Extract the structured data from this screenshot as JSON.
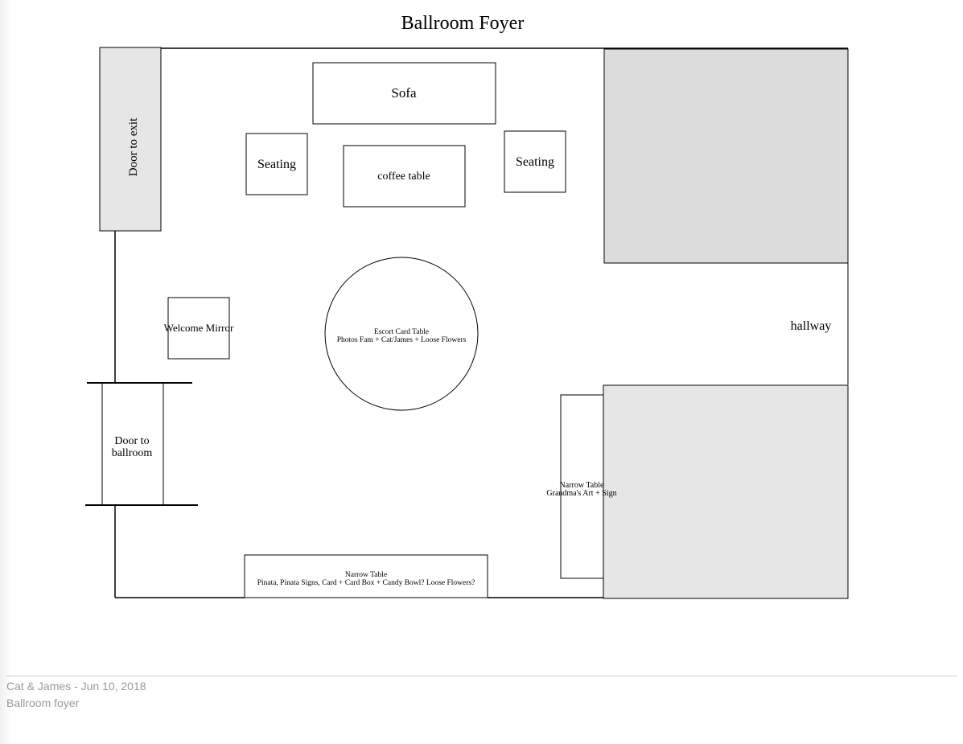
{
  "diagram": {
    "title": "Ballroom Foyer",
    "labels": {
      "sofa": "Sofa",
      "seating_left": "Seating",
      "seating_right": "Seating",
      "coffee_table": "coffee table",
      "door_exit": "Door to exit",
      "welcome_mirror": "Welcome Mirror",
      "escort_table_line1": "Escort Card Table",
      "escort_table_line2": "Photos Fam + Cat/James + Loose Flowers",
      "hallway": "hallway",
      "door_ballroom_line1": "Door to",
      "door_ballroom_line2": "ballroom",
      "narrow_table_right_line1": "Narrow Table",
      "narrow_table_right_line2": "Grandma's Art + Sign",
      "narrow_table_bottom_line1": "Narrow Table",
      "narrow_table_bottom_line2": "Pinata, Pinata Signs, Card + Card Box + Candy Bowl? Loose Flowers?"
    },
    "colors": {
      "wall": "#000000",
      "door_exit_fill": "#e6e6e6",
      "upper_block_fill": "#dcdcdc",
      "lower_block_fill": "#e6e6e6"
    }
  },
  "footer": {
    "line1": "Cat & James - Jun 10, 2018",
    "line2": "Ballroom foyer"
  }
}
